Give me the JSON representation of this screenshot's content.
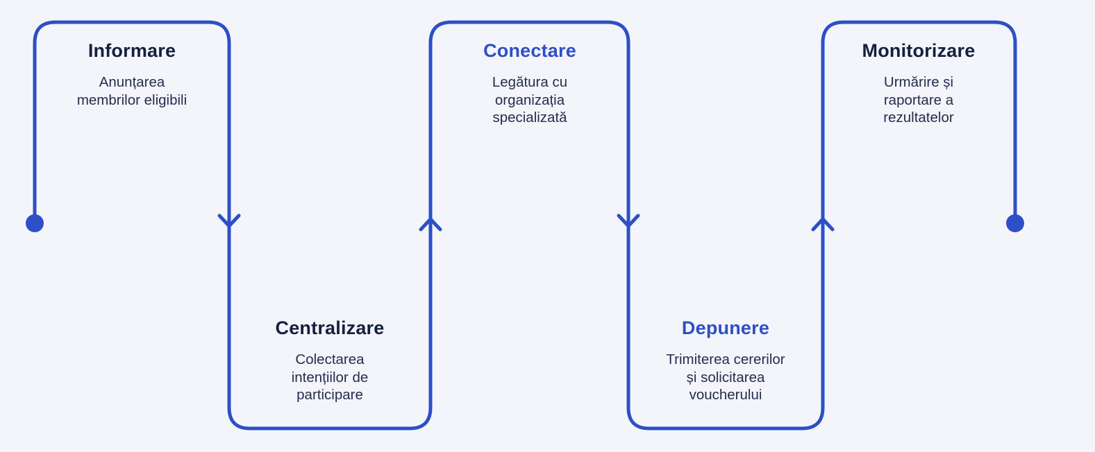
{
  "diagram": {
    "name": "process-flow",
    "language": "ro",
    "steps": [
      {
        "title": "Informare",
        "description": "Anunțarea\nmembrilor eligibili",
        "accent_title": false
      },
      {
        "title": "Centralizare",
        "description": "Colectarea\nintențiilor de\nparticipare",
        "accent_title": false
      },
      {
        "title": "Conectare",
        "description": "Legătura cu\norganizația\nspecializată",
        "accent_title": true
      },
      {
        "title": "Depunere",
        "description": "Trimiterea cererilor\nși solicitarea\nvoucherului",
        "accent_title": true
      },
      {
        "title": "Monitorizare",
        "description": "Urmărire și\nraportare a\nrezultatelor",
        "accent_title": false
      }
    ],
    "flow_markers": {
      "start": "dot",
      "end": "dot",
      "arrows": [
        "down",
        "up",
        "down",
        "up"
      ]
    },
    "colors": {
      "background": "#f4f5fa",
      "line": "#2d4fc7",
      "title_dark": "#161f3d",
      "title_accent": "#2d4fc7",
      "body_text": "#232e4d"
    }
  }
}
